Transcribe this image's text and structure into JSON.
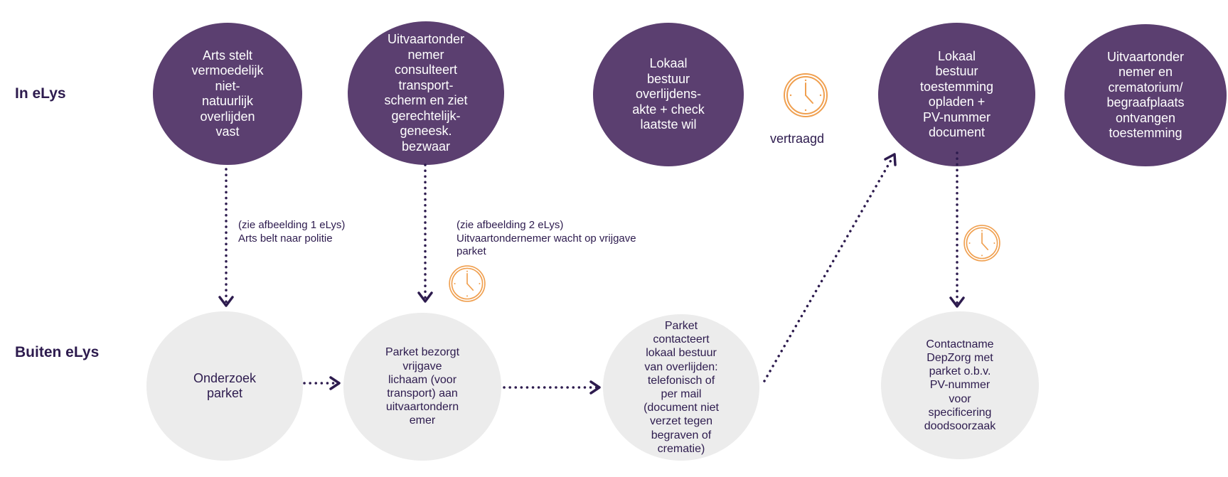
{
  "lanes": {
    "in": "In eLys",
    "out": "Buiten eLys"
  },
  "in_nodes": [
    "Arts stelt\nvermoedelijk\nniet-\nnatuurlijk\noverlijden\nvast",
    "Uitvaartonder\nnemer\nconsulteert\ntransport-\nscherm en ziet\ngerechtelijk-\ngeneesk.\nbezwaar",
    "Lokaal\nbestuur\noverlijdens-\nakte + check\nlaatste wil",
    "Lokaal\nbestuur\ntoestemming\nopladen +\nPV-nummer\ndocument",
    "Uitvaartonder\nnemer en\ncrematorium/\nbegraafplaats\nontvangen\ntoestemming"
  ],
  "out_nodes": [
    "Onderzoek\nparket",
    "Parket bezorgt\nvrijgave\nlichaam (voor\ntransport) aan\nuitvaartondern\nemer",
    "Parket\ncontacteert\nlokaal bestuur\nvan overlijden:\ntelefonisch of\nper mail\n(document niet\nverzet tegen\nbegraven of\ncrematie)",
    "Contactname\nDepZorg met\nparket o.b.v.\nPV-nummer\nvoor\nspecificering\ndoodsoorzaak"
  ],
  "notes": {
    "note1": "(zie afbeelding 1 eLys)\nArts belt naar politie",
    "note2": "(zie afbeelding 2 eLys)\nUitvaartondernemer wacht op vrijgave\nparket",
    "delayed": "vertraagd"
  },
  "icons": {
    "clock": "clock-icon"
  },
  "colors": {
    "in_node": "#5b3f70",
    "out_node": "#ececec",
    "text_dark": "#2d1b4e",
    "clock": "#f0a050",
    "arrow": "#2d1b4e"
  }
}
